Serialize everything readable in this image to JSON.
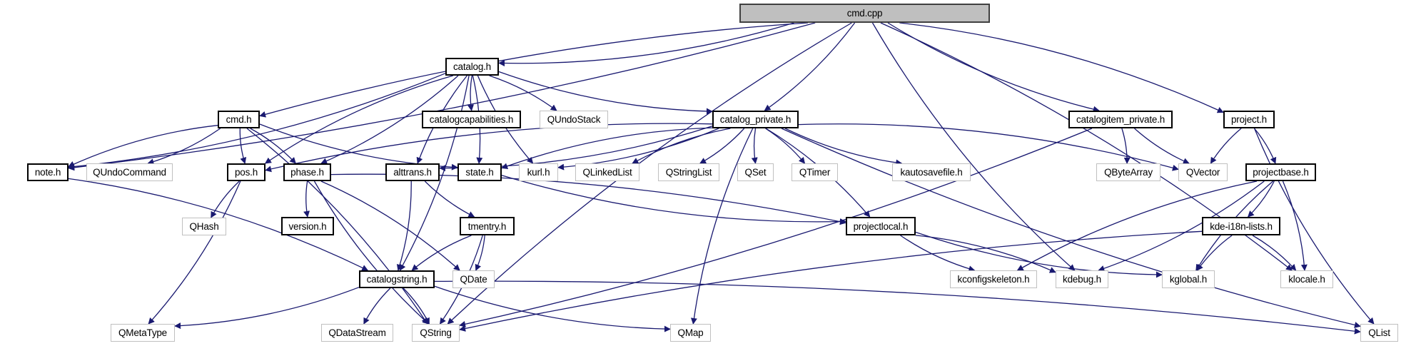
{
  "diagram": {
    "title": "cmd.cpp include dependency graph",
    "colors": {
      "edge": "#191970",
      "root_fill": "#bfbfbf",
      "local_border": "#000000",
      "external_border": "#c0c0c0"
    },
    "nodes": {
      "cmd_cpp": "cmd.cpp",
      "catalog_h": "catalog.h",
      "cmd_h": "cmd.h",
      "catalogcapabilities_h": "catalogcapabilities.h",
      "QUndoStack": "QUndoStack",
      "catalog_private_h": "catalog_private.h",
      "catalogitem_private_h": "catalogitem_private.h",
      "project_h": "project.h",
      "note_h": "note.h",
      "QUndoCommand": "QUndoCommand",
      "pos_h": "pos.h",
      "phase_h": "phase.h",
      "alttrans_h": "alttrans.h",
      "state_h": "state.h",
      "kurl_h": "kurl.h",
      "QLinkedList": "QLinkedList",
      "QStringList": "QStringList",
      "QSet": "QSet",
      "QTimer": "QTimer",
      "kautosavefile_h": "kautosavefile.h",
      "QByteArray": "QByteArray",
      "QVector": "QVector",
      "projectbase_h": "projectbase.h",
      "QHash": "QHash",
      "version_h": "version.h",
      "tmentry_h": "tmentry.h",
      "projectlocal_h": "projectlocal.h",
      "kde_i18n_lists_h": "kde-i18n-lists.h",
      "QDate": "QDate",
      "catalogstring_h": "catalogstring.h",
      "kconfigskeleton_h": "kconfigskeleton.h",
      "kdebug_h": "kdebug.h",
      "kglobal_h": "kglobal.h",
      "klocale_h": "klocale.h",
      "QMetaType": "QMetaType",
      "QDataStream": "QDataStream",
      "QString": "QString",
      "QMap": "QMap",
      "QList": "QList"
    },
    "edges": [
      [
        "cmd_cpp",
        "catalog_h"
      ],
      [
        "cmd_cpp",
        "cmd_h"
      ],
      [
        "cmd_cpp",
        "note_h"
      ],
      [
        "cmd_cpp",
        "QString"
      ],
      [
        "cmd_cpp",
        "catalog_private_h"
      ],
      [
        "cmd_cpp",
        "catalogitem_private_h"
      ],
      [
        "cmd_cpp",
        "project_h"
      ],
      [
        "cmd_cpp",
        "kdebug_h"
      ],
      [
        "cmd_cpp",
        "klocale_h"
      ],
      [
        "catalog_h",
        "catalogcapabilities_h"
      ],
      [
        "catalog_h",
        "QUndoStack"
      ],
      [
        "catalog_h",
        "catalog_private_h"
      ],
      [
        "catalog_h",
        "note_h"
      ],
      [
        "catalog_h",
        "pos_h"
      ],
      [
        "catalog_h",
        "phase_h"
      ],
      [
        "catalog_h",
        "alttrans_h"
      ],
      [
        "catalog_h",
        "state_h"
      ],
      [
        "catalog_h",
        "kurl_h"
      ],
      [
        "catalog_h",
        "catalogstring_h"
      ],
      [
        "cmd_h",
        "note_h"
      ],
      [
        "cmd_h",
        "QUndoCommand"
      ],
      [
        "cmd_h",
        "pos_h"
      ],
      [
        "cmd_h",
        "phase_h"
      ],
      [
        "cmd_h",
        "state_h"
      ],
      [
        "cmd_h",
        "QString"
      ],
      [
        "catalog_private_h",
        "pos_h"
      ],
      [
        "catalog_private_h",
        "alttrans_h"
      ],
      [
        "catalog_private_h",
        "state_h"
      ],
      [
        "catalog_private_h",
        "kurl_h"
      ],
      [
        "catalog_private_h",
        "QLinkedList"
      ],
      [
        "catalog_private_h",
        "QStringList"
      ],
      [
        "catalog_private_h",
        "QSet"
      ],
      [
        "catalog_private_h",
        "QTimer"
      ],
      [
        "catalog_private_h",
        "kautosavefile_h"
      ],
      [
        "catalog_private_h",
        "projectlocal_h"
      ],
      [
        "catalog_private_h",
        "QMap"
      ],
      [
        "catalog_private_h",
        "QVector"
      ],
      [
        "catalog_private_h",
        "QList"
      ],
      [
        "catalogitem_private_h",
        "QByteArray"
      ],
      [
        "catalogitem_private_h",
        "QVector"
      ],
      [
        "catalogitem_private_h",
        "QString"
      ],
      [
        "project_h",
        "QVector"
      ],
      [
        "project_h",
        "projectbase_h"
      ],
      [
        "project_h",
        "QList"
      ],
      [
        "note_h",
        "catalogstring_h"
      ],
      [
        "pos_h",
        "QHash"
      ],
      [
        "pos_h",
        "QMetaType"
      ],
      [
        "phase_h",
        "version_h"
      ],
      [
        "phase_h",
        "QDate"
      ],
      [
        "phase_h",
        "QString"
      ],
      [
        "phase_h",
        "projectlocal_h"
      ],
      [
        "alttrans_h",
        "tmentry_h"
      ],
      [
        "alttrans_h",
        "catalogstring_h"
      ],
      [
        "state_h",
        "projectlocal_h"
      ],
      [
        "tmentry_h",
        "QDate"
      ],
      [
        "tmentry_h",
        "catalogstring_h"
      ],
      [
        "tmentry_h",
        "QString"
      ],
      [
        "projectlocal_h",
        "kconfigskeleton_h"
      ],
      [
        "projectlocal_h",
        "kdebug_h"
      ],
      [
        "projectlocal_h",
        "kglobal_h"
      ],
      [
        "projectbase_h",
        "kde_i18n_lists_h"
      ],
      [
        "projectbase_h",
        "kconfigskeleton_h"
      ],
      [
        "projectbase_h",
        "kdebug_h"
      ],
      [
        "projectbase_h",
        "kglobal_h"
      ],
      [
        "projectbase_h",
        "klocale_h"
      ],
      [
        "kde_i18n_lists_h",
        "kglobal_h"
      ],
      [
        "kde_i18n_lists_h",
        "klocale_h"
      ],
      [
        "kde_i18n_lists_h",
        "QString"
      ],
      [
        "catalogstring_h",
        "QMetaType"
      ],
      [
        "catalogstring_h",
        "QDataStream"
      ],
      [
        "catalogstring_h",
        "QString"
      ],
      [
        "catalogstring_h",
        "QMap"
      ],
      [
        "catalogstring_h",
        "QList"
      ]
    ]
  }
}
